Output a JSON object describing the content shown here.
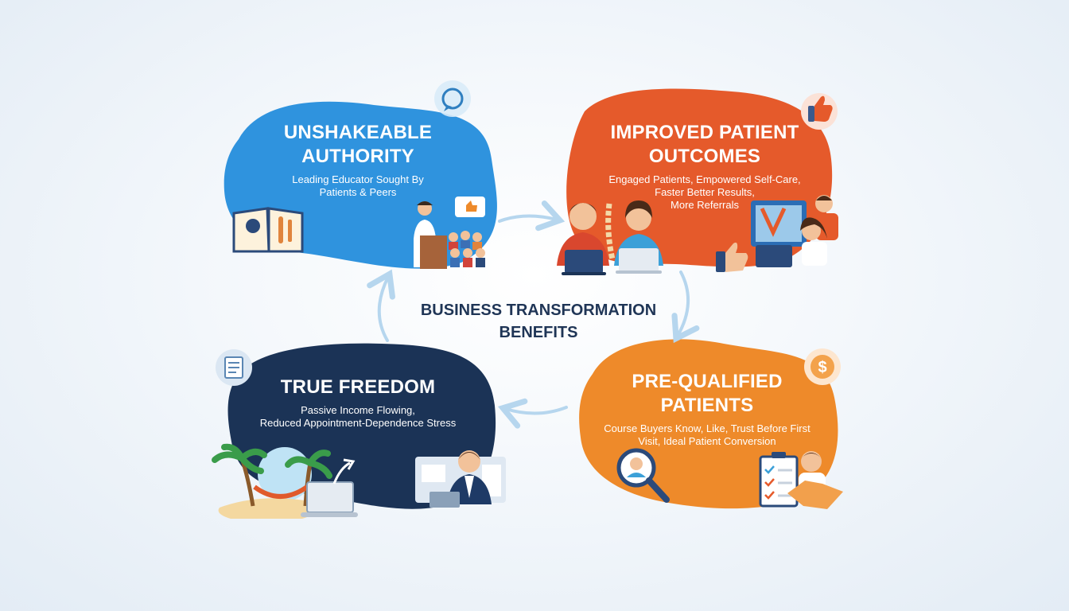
{
  "center": {
    "title_line1": "BUSINESS TRANSFORMATION",
    "title_line2": "BENEFITS"
  },
  "benefits": [
    {
      "title_line1": "UNSHAKEABLE",
      "title_line2": "AUTHORITY",
      "sub_line1": "Leading Educator Sought By",
      "sub_line2": "Patients & Peers",
      "sub_line3": "",
      "color": "#2f93de",
      "icon": "speech-bubble-icon"
    },
    {
      "title_line1": "IMPROVED PATIENT",
      "title_line2": "OUTCOMES",
      "sub_line1": "Engaged Patients, Empowered Self-Care,",
      "sub_line2": "Faster Better Results,",
      "sub_line3": "More Referrals",
      "color": "#e55a2b",
      "icon": "thumbs-up-icon"
    },
    {
      "title_line1": "PRE-QUALIFIED",
      "title_line2": "PATIENTS",
      "sub_line1": "Course Buyers Know, Like, Trust Before First",
      "sub_line2": "Visit, Ideal Patient Conversion",
      "sub_line3": "",
      "color": "#ee8a2a",
      "icon": "dollar-icon"
    },
    {
      "title_line1": "TRUE FREEDOM",
      "title_line2": "",
      "sub_line1": "Passive Income Flowing,",
      "sub_line2": "Reduced Appointment-Dependence Stress",
      "sub_line3": "",
      "color": "#1b3356",
      "icon": "money-icon"
    }
  ],
  "colors": {
    "arrow": "#b6d6ee",
    "center_text": "#1f3556",
    "background": "#eef3f8"
  }
}
